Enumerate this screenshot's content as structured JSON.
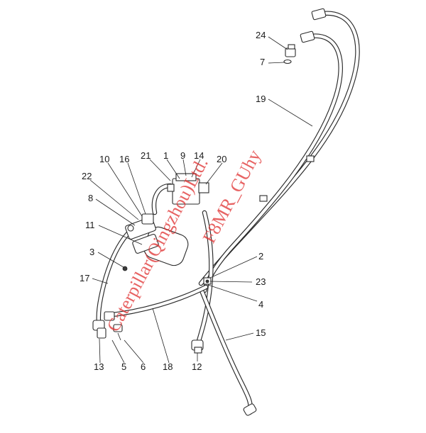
{
  "diagram": {
    "type": "exploded-parts-hose-assembly",
    "line_color": "#2a2a2a",
    "callouts": [
      "24",
      "7",
      "19",
      "1",
      "9",
      "14",
      "20",
      "21",
      "16",
      "10",
      "22",
      "8",
      "11",
      "3",
      "17",
      "2",
      "23",
      "4",
      "15",
      "12",
      "18",
      "6",
      "5",
      "13"
    ]
  },
  "watermark": {
    "line1": "Caterpillar(Qingzhou)Ltd.",
    "line2": "F8MR_GUhy",
    "color": "#e03030"
  }
}
